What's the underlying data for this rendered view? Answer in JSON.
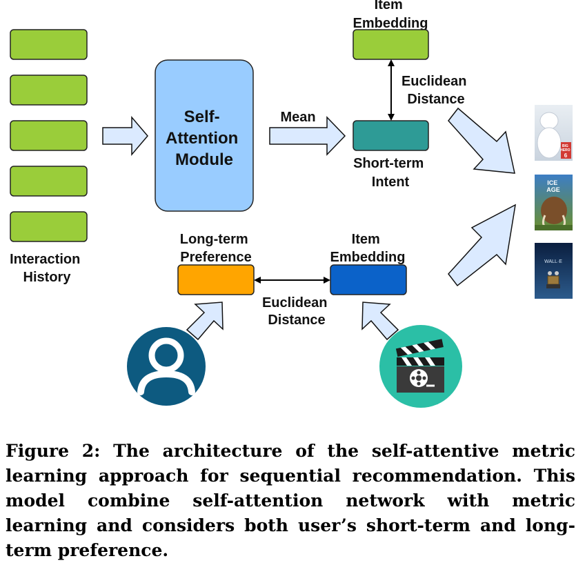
{
  "labels": {
    "item_embedding_top": [
      "Item",
      "Embedding"
    ],
    "euclidean_top": [
      "Euclidean",
      "Distance"
    ],
    "self_attention": [
      "Self-",
      "Attention",
      "Module"
    ],
    "mean": "Mean",
    "short_term": [
      "Short-term",
      "Intent"
    ],
    "interaction_history": [
      "Interaction",
      "History"
    ],
    "long_term": [
      "Long-term",
      "Preference"
    ],
    "item_embedding_bottom": [
      "Item",
      "Embedding"
    ],
    "euclidean_bottom": [
      "Euclidean",
      "Distance"
    ]
  },
  "posters": {
    "poster1": [
      "BIG",
      "HERO",
      "6"
    ],
    "poster2": [
      "ICE",
      "AGE"
    ],
    "poster3": "WALL·E"
  },
  "caption": "Figure 2: The architecture of the self-attentive metric learning approach for sequential recommendation. This model combine self-attention network with metric learning and considers both user’s short-term and long-term preference.",
  "colors": {
    "history_green": "#9acd3a",
    "self_attention_blue": "#99ccff",
    "short_term_teal": "#2e9b96",
    "long_term_orange": "#ffa500",
    "item_blue": "#0b62c9",
    "user_icon": "#0d5a80",
    "film_icon": "#2bbfa6",
    "arrow_fill": "#dbeaff"
  },
  "icons": {
    "user": "user-avatar-icon",
    "movie": "clapperboard-film-reel-icon"
  }
}
